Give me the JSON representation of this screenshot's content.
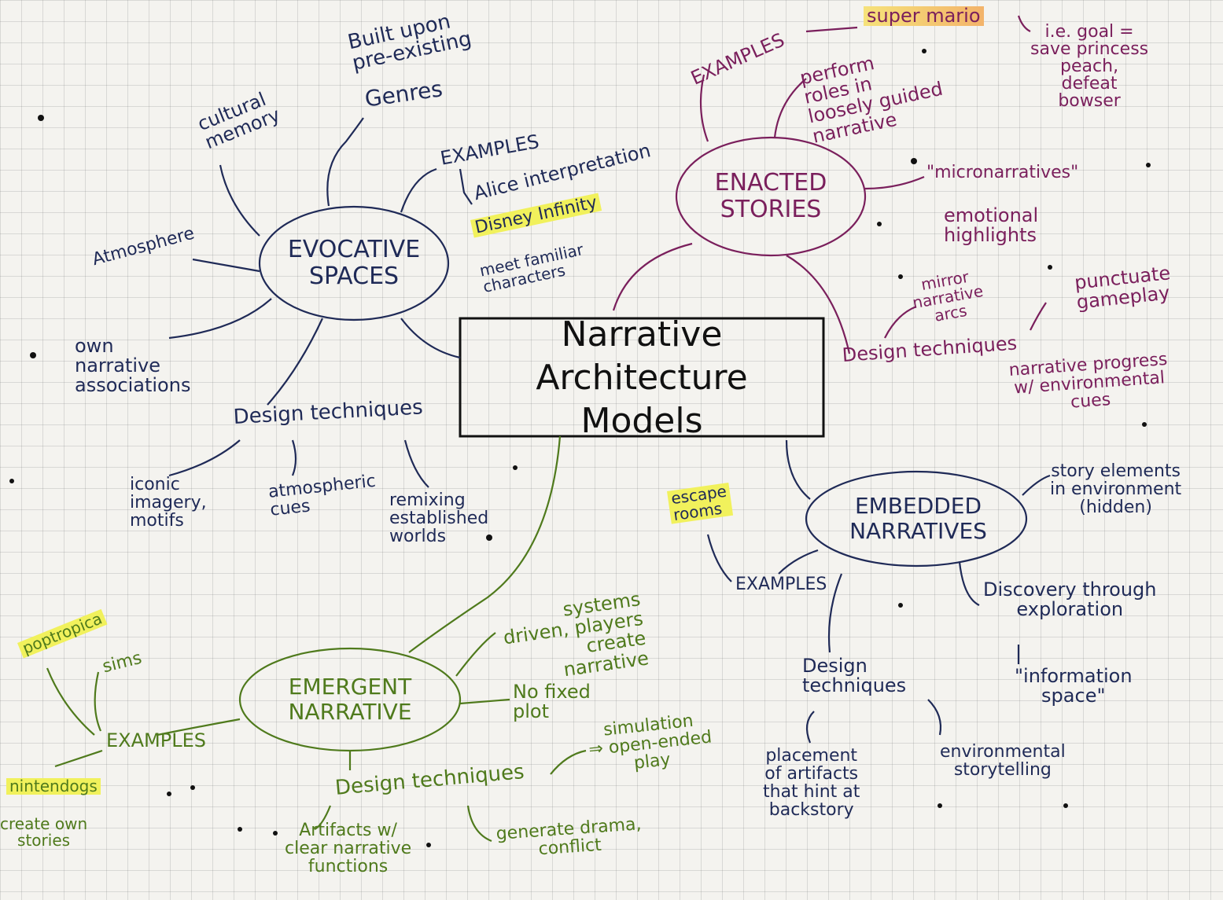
{
  "center": {
    "line1": "Narrative Architecture",
    "line2": "Models"
  },
  "evocative": {
    "title": "EVOCATIVE\nSPACES",
    "built_upon": "Built upon\npre-existing",
    "genres": "Genres",
    "cultural_memory": "cultural\nmemory",
    "atmosphere": "Atmosphere",
    "own_associations": "own\nnarrative\nassociations",
    "examples": "EXAMPLES",
    "alice": "Alice interpretation",
    "disney": "Disney Infinity",
    "familiar": "meet familiar\ncharacters",
    "design": "Design techniques",
    "iconic": "iconic\nimagery,\nmotifs",
    "atmospheric": "atmospheric\ncues",
    "remixing": "remixing\nestablished\nworlds"
  },
  "enacted": {
    "title": "ENACTED\nSTORIES",
    "examples": "EXAMPLES",
    "mario": "super mario",
    "goal": "i.e. goal =\nsave princess\npeach,\ndefeat\nbowser",
    "perform": "perform\nroles in\nloosely guided\nnarrative",
    "micro": "\"micronarratives\"",
    "emotional": "emotional\nhighlights",
    "mirror": "mirror\nnarrative\narcs",
    "punctuate": "punctuate\ngameplay",
    "design": "Design techniques",
    "progress": "narrative progress\nw/ environmental\ncues"
  },
  "embedded": {
    "title": "EMBEDDED\nNARRATIVES",
    "story_elements": "story elements\nin environment\n(hidden)",
    "escape": "escape\nrooms",
    "examples": "EXAMPLES",
    "discovery": "Discovery through\nexploration",
    "info_space": "\"information\nspace\"",
    "design": "Design\ntechniques",
    "placement": "placement\nof artifacts\nthat hint at\nbackstory",
    "environmental": "environmental\nstorytelling"
  },
  "emergent": {
    "title": "EMERGENT\nNARRATIVE",
    "systems": "systems\ndriven, players\ncreate\nnarrative",
    "no_plot": "No fixed\nplot",
    "examples": "EXAMPLES",
    "poptropica": "poptropica",
    "sims": "sims",
    "nintendogs": "nintendogs",
    "create_own": "create own\nstories",
    "design": "Design techniques",
    "simulation": "simulation\n⇒ open-ended\nplay",
    "artifacts": "Artifacts w/\nclear narrative\nfunctions",
    "generate": "generate drama,\nconflict"
  },
  "colors": {
    "navy": "#1f2a57",
    "plum": "#7a1f5c",
    "olive": "#4f7a1c",
    "highlight": "#f1f15c"
  }
}
